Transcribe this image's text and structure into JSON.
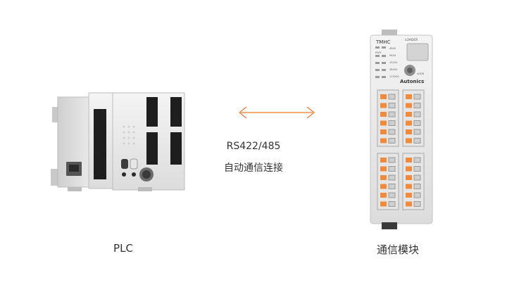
{
  "diagram": {
    "link": {
      "protocol": "RS422/485",
      "mode": "自动通信连接",
      "arrow_color": "#f07a2a"
    },
    "plc": {
      "label": "PLC"
    },
    "module": {
      "label": "通信模块",
      "model": "TMHC",
      "brand": "Autonics",
      "port_label": "LOADER",
      "address_label": "ADDR",
      "pwr_label": "PWR",
      "baud_rates": [
        "4800",
        "9600",
        "19200",
        "38400",
        "115200"
      ]
    }
  }
}
